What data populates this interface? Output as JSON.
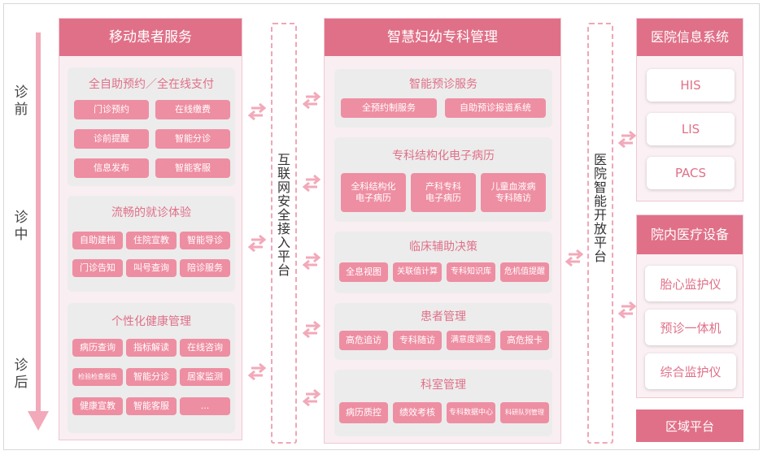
{
  "stages": [
    "诊前",
    "诊中",
    "诊后"
  ],
  "left_panel": {
    "title": "移动患者服务",
    "groups": [
      {
        "title": "全自助预约／全在线支付",
        "items": [
          "门诊预约",
          "在线缴费",
          "诊前提醒",
          "智能分诊",
          "信息发布",
          "智能客服"
        ]
      },
      {
        "title": "流畅的就诊体验",
        "items": [
          "自助建档",
          "住院宣教",
          "智能导诊",
          "门诊告知",
          "叫号查询",
          "陪诊服务"
        ]
      },
      {
        "title": "个性化健康管理",
        "items": [
          "病历查询",
          "指标解读",
          "在线咨询",
          "检验检查报告",
          "智能分诊",
          "居家监测",
          "健康宣教",
          "智能客服",
          "..."
        ]
      }
    ]
  },
  "platform_left": {
    "label": "互联网安全接入平台"
  },
  "middle_panel": {
    "title": "智慧妇幼专科管理",
    "groups": [
      {
        "title": "智能预诊服务",
        "items": [
          "全预约制服务",
          "自助预诊报道系统"
        ]
      },
      {
        "title": "专科结构化电子病历",
        "items": [
          "全科结构化\n电子病历",
          "产科专科\n电子病历",
          "儿童血液病\n专科随访"
        ]
      },
      {
        "title": "临床辅助决策",
        "items": [
          "全息视图",
          "关联值计算",
          "专科知识库",
          "危机值提醒"
        ]
      },
      {
        "title": "患者管理",
        "items": [
          "高危追访",
          "专科随访",
          "满意度调查",
          "高危报卡"
        ]
      },
      {
        "title": "科室管理",
        "items": [
          "病历质控",
          "绩效考核",
          "专科数据中心",
          "科研队列管理"
        ]
      }
    ]
  },
  "platform_right": {
    "label": "医院智能开放平台"
  },
  "his_panel": {
    "title": "医院信息系统",
    "items": [
      "HIS",
      "LIS",
      "PACS"
    ]
  },
  "device_panel": {
    "title": "院内医疗设备",
    "items": [
      "胎心监护仪",
      "预诊一体机",
      "综合监护仪"
    ]
  },
  "region": {
    "label": "区域平台"
  },
  "colors": {
    "accent": "#e07088",
    "chip": "#ee8ea2",
    "panel": "#f9eef1",
    "group": "#ececec",
    "arrow": "#f2a9b9"
  }
}
